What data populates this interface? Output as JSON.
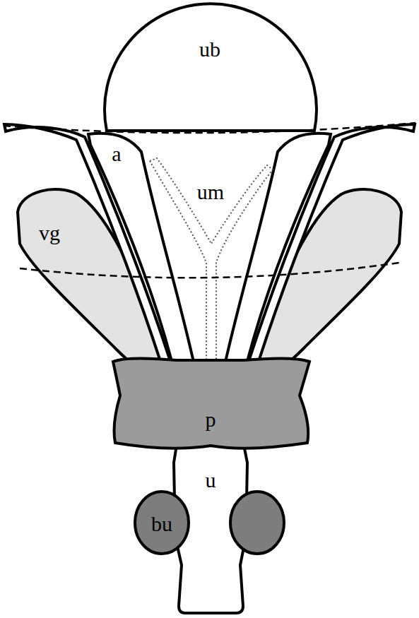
{
  "diagram": {
    "labels": [
      "ub",
      "a",
      "um",
      "vg",
      "p",
      "u",
      "bu"
    ]
  }
}
